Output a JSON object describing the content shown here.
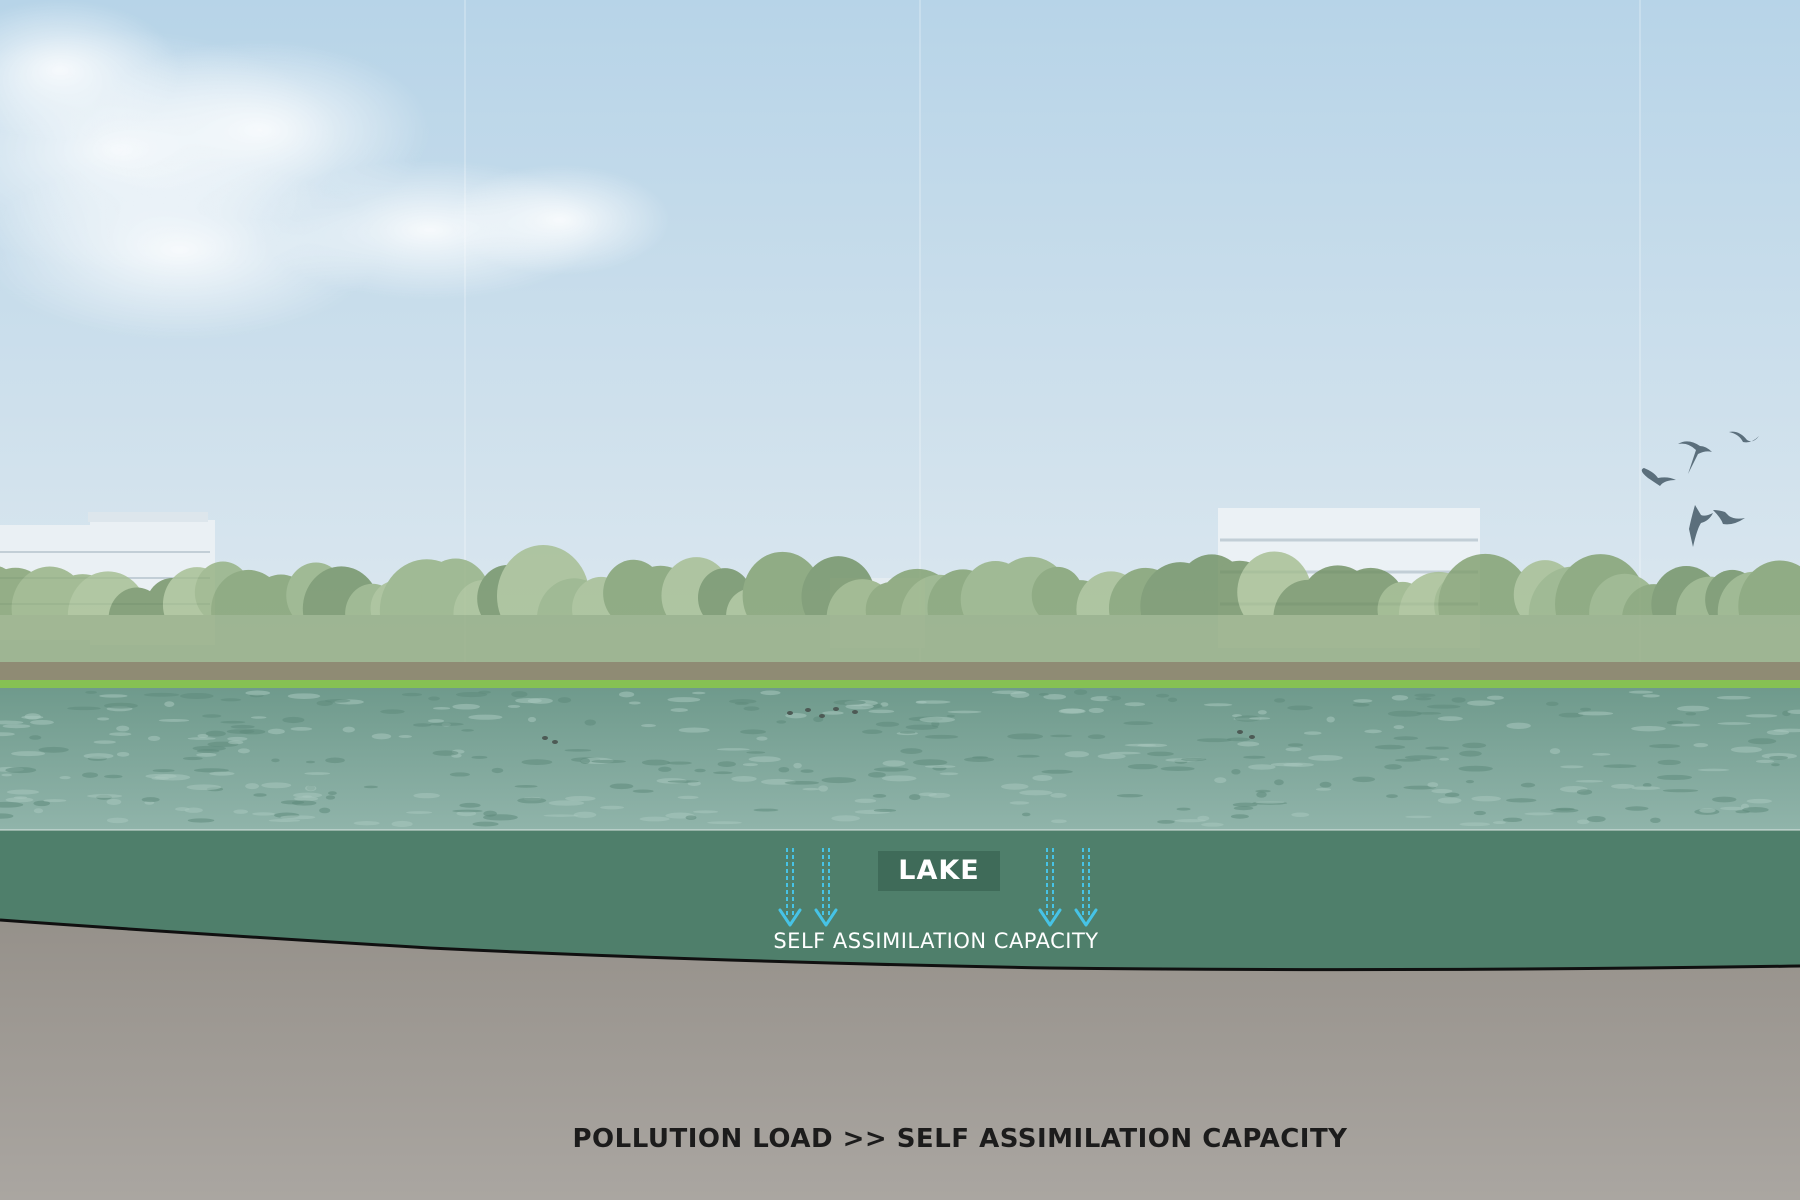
{
  "labels": {
    "lake": "LAKE",
    "capacity": "SELF ASSIMILATION CAPACITY",
    "equation": "POLLUTION LOAD >> SELF ASSIMILATION CAPACITY"
  },
  "colors": {
    "sky_top": "#b3d1e6",
    "sky_bottom": "#dfeaf1",
    "trees": "#8aa878",
    "embankment": "#8f8b74",
    "grass": "#7fbf4a",
    "water_surface": "#7fa89c",
    "water_body": "#4f7f6b",
    "ground": "#9a958f",
    "arrow": "#46c3e6"
  },
  "icons": [
    "flying-bird-icon",
    "down-arrow-icon"
  ]
}
